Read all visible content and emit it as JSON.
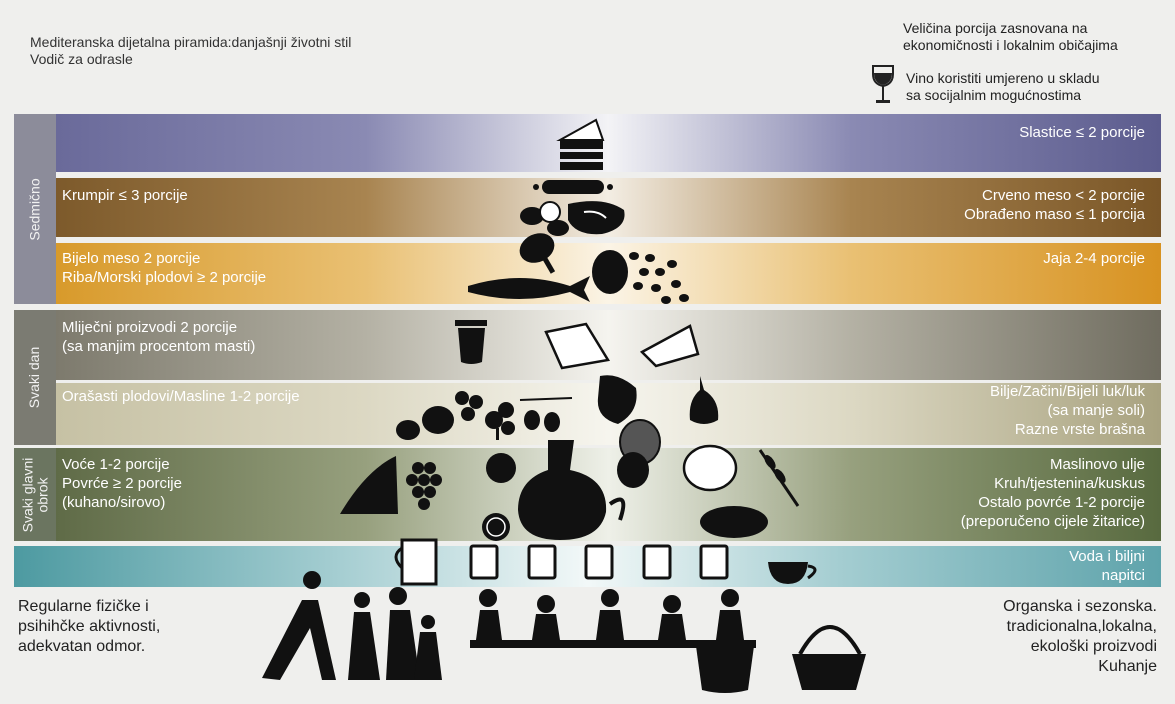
{
  "title": {
    "line1": "Mediteranska dijetalna piramida:danjašnji životni stil",
    "line2": "Vodič za odrasle"
  },
  "portion_note": {
    "line1": "Veličina porcija zasnovana na",
    "line2": "ekonomičnosti i lokalnim običajima"
  },
  "wine_note": {
    "line1": "Vino koristiti umjereno u skladu",
    "line2": "sa socijalnim mogućnostima"
  },
  "frequency": {
    "weekly": "Sedmično",
    "daily": "Svaki dan",
    "meal_line1": "Svaki glavni",
    "meal_line2": "obrok"
  },
  "sweets": {
    "right": "Slastice ≤ 2 porcije"
  },
  "meat": {
    "left": "Krumpir ≤ 3 porcije",
    "right1": "Crveno meso < 2 porcije",
    "right2": "Obrađeno maso ≤ 1 porcija"
  },
  "fish": {
    "left1": "Bijelo meso 2 porcije",
    "left2": "Riba/Morski plodovi ≥ 2 porcije",
    "right": "Jaja 2-4 porcije"
  },
  "dairy": {
    "left1": "Mliječni proizvodi 2 porcije",
    "left2": "(sa manjim procentom masti)"
  },
  "nuts": {
    "left": "Orašasti plodovi/Masline 1-2 porcije",
    "right1": "Bilje/Začini/Bijeli luk/luk",
    "right2": "(sa manje soli)",
    "right3": "Razne vrste brašna"
  },
  "fruit": {
    "left1": "Voće 1-2 porcije",
    "left2": "Povrće ≥ 2 porcije",
    "left3": "(kuhano/sirovo)",
    "right1": "Maslinovo ulje",
    "right2": "Kruh/tjestenina/kuskus",
    "right3": "Ostalo povrće 1-2 porcije",
    "right4": "(preporučeno cijele žitarice)"
  },
  "water": {
    "right1": "Voda i biljni",
    "right2": "napitci"
  },
  "lifestyle": {
    "left1": "Regularne fizičke i",
    "left2": "psihihčke aktivnosti,",
    "left3": "adekvatan odmor.",
    "right1": "Organska i sezonska.",
    "right2": "tradicionalna,lokalna,",
    "right3": "ekološki proizvodi",
    "right4": "Kuhanje"
  },
  "icons": [
    "wine-glass-icon",
    "cake-icon",
    "sausage-icon",
    "potatoes-icon",
    "steak-icon",
    "chicken-leg-icon",
    "fish-icon",
    "eggs-icon",
    "beans-icon",
    "yogurt-cup-icon",
    "cheese-icon",
    "walnut-icon",
    "berries-icon",
    "parsley-icon",
    "olive-branch-icon",
    "onion-icon",
    "garlic-icon",
    "watermelon-icon",
    "grapes-icon",
    "apple-icon",
    "orange-slice-icon",
    "olive-oil-jug-icon",
    "artichoke-icon",
    "cabbage-icon",
    "wheat-icon",
    "bread-icon",
    "water-jug-icon",
    "water-glass-icon",
    "tea-cup-icon",
    "exercising-family-icon",
    "family-dinner-icon",
    "cooking-pot-icon",
    "basket-icon"
  ]
}
